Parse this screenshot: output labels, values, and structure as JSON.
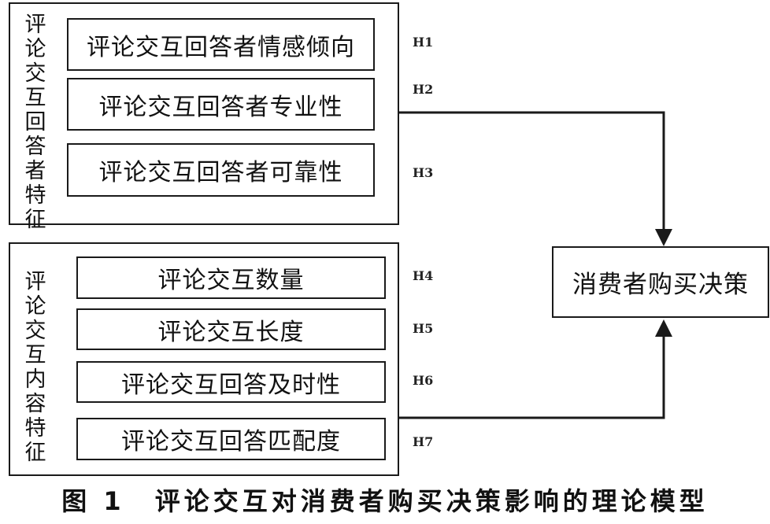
{
  "group1": {
    "title": "评论交互回答者特征",
    "items": [
      "评论交互回答者情感倾向",
      "评论交互回答者专业性",
      "评论交互回答者可靠性"
    ]
  },
  "group2": {
    "title": "评论交互内容特征",
    "items": [
      "评论交互数量",
      "评论交互长度",
      "评论交互回答及时性",
      "评论交互回答匹配度"
    ]
  },
  "hypotheses": [
    "H1",
    "H2",
    "H3",
    "H4",
    "H5",
    "H6",
    "H7"
  ],
  "target": "消费者购买决策",
  "caption": {
    "figure": "图 1",
    "text": "评论交互对消费者购买决策影响的理论模型"
  }
}
